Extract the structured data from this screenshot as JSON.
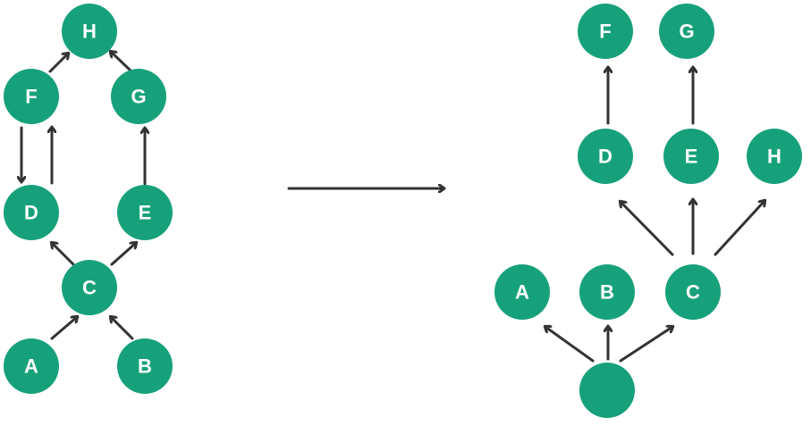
{
  "left_graph": {
    "nodes": {
      "H": "H",
      "F": "F",
      "G": "G",
      "D": "D",
      "E": "E",
      "C": "C",
      "A": "A",
      "B": "B"
    }
  },
  "right_graph": {
    "nodes": {
      "F": "F",
      "G": "G",
      "D": "D",
      "E": "E",
      "H": "H",
      "A": "A",
      "B": "B",
      "C": "C",
      "root": ""
    }
  },
  "colors": {
    "node": "#17a17a",
    "edge": "#333333",
    "label": "#ffffff"
  }
}
